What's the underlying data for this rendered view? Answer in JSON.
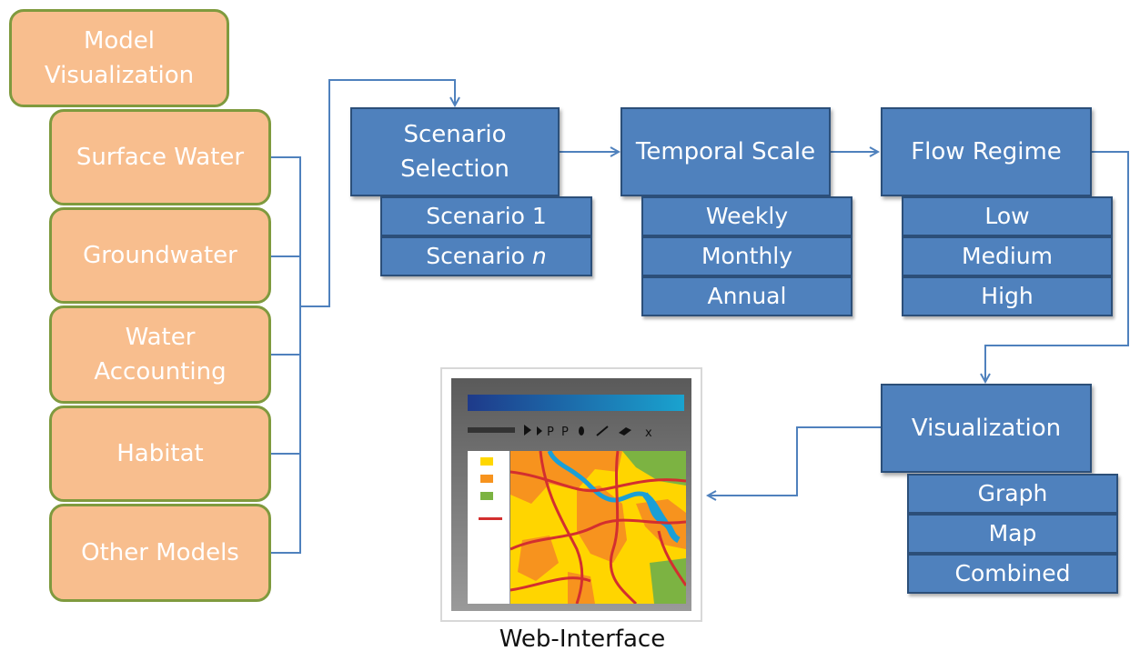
{
  "models": {
    "header": "Model Visualization",
    "items": [
      "Surface Water",
      "Groundwater",
      "Water Accounting",
      "Habitat",
      "Other Models"
    ]
  },
  "scenario": {
    "title": "Scenario Selection",
    "options": [
      "Scenario 1",
      "Scenario "
    ],
    "italic_n": "n"
  },
  "temporal": {
    "title": "Temporal Scale",
    "options": [
      "Weekly",
      "Monthly",
      "Annual"
    ]
  },
  "flow": {
    "title": "Flow Regime",
    "options": [
      "Low",
      "Medium",
      "High"
    ]
  },
  "visualization": {
    "title": "Visualization",
    "options": [
      "Graph",
      "Map",
      "Combined"
    ]
  },
  "web_interface": {
    "caption": "Web-Interface"
  },
  "colors": {
    "model_fill": "#f8be8e",
    "model_border": "#7f9a3e",
    "step_fill": "#4f81bd",
    "connector": "#4f81bd"
  }
}
